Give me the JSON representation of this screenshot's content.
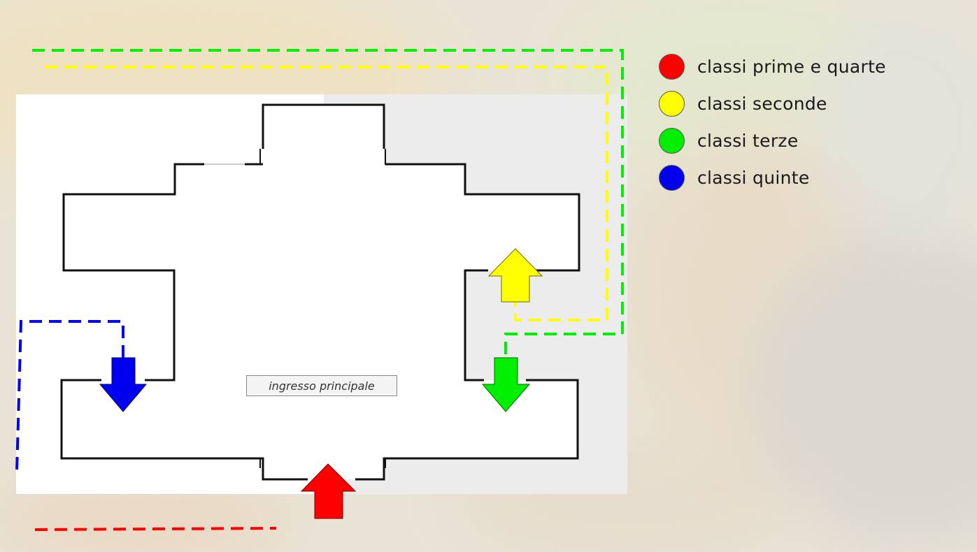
{
  "colors": {
    "red": "#ff0000",
    "yellow": "#ffff00",
    "green": "#00ee00",
    "blue": "#0000ee",
    "wall": "#111111"
  },
  "legend": [
    {
      "label": "classi prime e quarte",
      "color": "#ff0000"
    },
    {
      "label": "classi seconde",
      "color": "#ffff00"
    },
    {
      "label": "classi terze",
      "color": "#00ee00"
    },
    {
      "label": "classi quinte",
      "color": "#0000ee"
    }
  ],
  "entrance": {
    "label": "ingresso principale"
  }
}
